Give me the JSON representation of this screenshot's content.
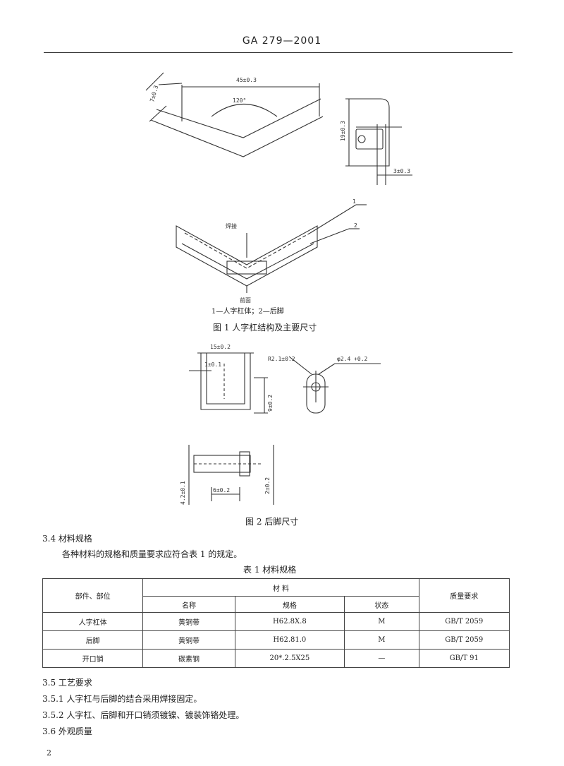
{
  "header": {
    "title": "GA 279—2001"
  },
  "figure1": {
    "dims": {
      "width": "7±0.3",
      "length": "45±0.3",
      "angle": "120°",
      "height": "19±0.3",
      "tab": "3±0.3"
    },
    "weld_label": "焊接",
    "view_label": "前面",
    "callouts": [
      "1",
      "2"
    ],
    "legend": "1—人字杠体；2—后脚",
    "caption": "图 1 人字杠结构及主要尺寸"
  },
  "figure2": {
    "dims": {
      "width": "15±0.2",
      "thickness": "1±0.1",
      "height": "9±0.2",
      "radius": "R2.1±0.2",
      "hole": "φ2.4 +0.2",
      "leg_height": "4.2±0.1",
      "leg_gap": "6±0.2",
      "leg_width": "2±0.2"
    },
    "caption": "图 2 后脚尺寸"
  },
  "sections": {
    "s34_title": "3.4 材料规格",
    "s34_body": "各种材料的规格和质量要求应符合表 1 的规定。",
    "table_caption": "表 1 材料规格",
    "s35_title": "3.5 工艺要求",
    "s351": "3.5.1 人字杠与后脚的结合采用焊接固定。",
    "s352": "3.5.2 人字杠、后脚和开口销须镀镍、镀装饰铬处理。",
    "s36_title": "3.6 外观质量"
  },
  "table": {
    "col_part": "部件、部位",
    "col_material": "材 料",
    "col_name": "名称",
    "col_spec": "规格",
    "col_state": "状态",
    "col_quality": "质量要求",
    "rows": [
      {
        "part": "人字杠体",
        "name": "黄铜带",
        "spec": "H62.8X.8",
        "state": "M",
        "quality": "GB/T 2059"
      },
      {
        "part": "后脚",
        "name": "黄铜带",
        "spec": "H62.81.0",
        "state": "M",
        "quality": "GB/T 2059"
      },
      {
        "part": "开口销",
        "name": "碳素钢",
        "spec": "20*.2.5X25",
        "state": "—",
        "quality": "GB/T 91"
      }
    ]
  },
  "page_number": "2"
}
